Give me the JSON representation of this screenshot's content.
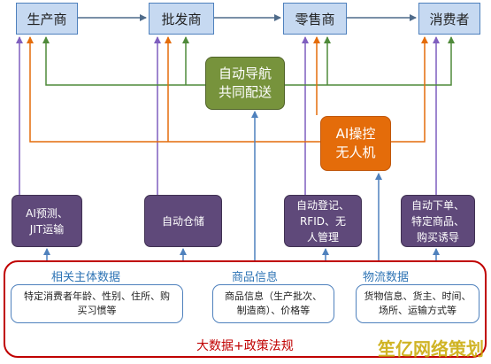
{
  "nodes": {
    "producer": "生产商",
    "wholesaler": "批发商",
    "retailer": "零售商",
    "consumer": "消费者"
  },
  "centers": {
    "auto_nav": "自动导航\n共同配送",
    "ai_control": "AI操控\n无人机"
  },
  "capabilities": {
    "ai_prediction": "AI预测、\nJIT运输",
    "auto_storage": "自动仓储",
    "auto_register": "自动登记、\nRFID、无\n人管理",
    "auto_order": "自动下单、\n特定商品、\n购买诱导"
  },
  "data_panel": {
    "section_entity": "相关主体数据",
    "section_product": "商品信息",
    "section_logistics": "物流数据",
    "entity_detail": "特定消费者年龄、性别、住所、购\n买习惯等",
    "product_detail": "商品信息（生产批次、\n制造商）、价格等",
    "logistics_detail": "货物信息、货主、时间、\n场所、运输方式等",
    "footer": "大数据+政策法规"
  },
  "watermark": "笙亿网络策划",
  "colors": {
    "purple_line": "#7f5fbf",
    "green_line": "#4f8a3a",
    "orange_line": "#e46c0a",
    "blue_line": "#4f81bd",
    "teal_line": "#31859c",
    "panel_border": "#c00000"
  }
}
